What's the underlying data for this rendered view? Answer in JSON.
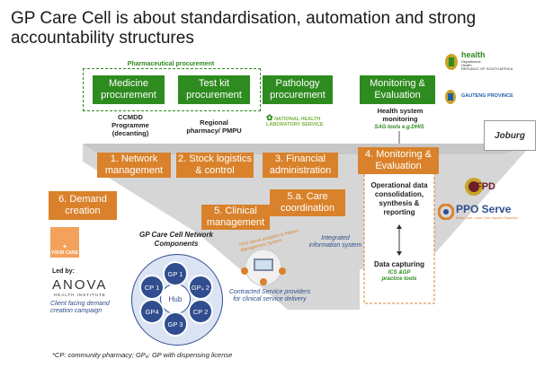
{
  "title": "GP Care Cell is about standardisation, automation and strong accountability structures",
  "procurement": {
    "group_label": "Pharmaceutical procurement",
    "medicine": "Medicine procurement",
    "testkit": "Test kit procurement",
    "pathology": "Pathology procurement",
    "monitoring": "Monitoring & Evaluation"
  },
  "sub_labels": {
    "ccmdd": "CCMDD Programme (decanting)",
    "regional": "Regional pharmacy/ PMPU",
    "nhls": "NATIONAL HEALTH LABORATORY SERVICE",
    "hs_monitoring": "Health system monitoring",
    "sag_tools": "SAG tools e.g.DHIS"
  },
  "orange_boxes": {
    "network": "1. Network management",
    "stock": "2. Stock logistics & control",
    "financial": "3. Financial administration",
    "monitoring": "4. Monitoring & Evaluation",
    "clinical": "5. Clinical management",
    "care_coord": "5.a. Care coordination",
    "demand": "6. Demand creation"
  },
  "right_panel": {
    "operational": "Operational data consolidation, synthesis & reporting",
    "data_capturing": "Data capturing",
    "ics_gp": "ICS &GP practice tools"
  },
  "network": {
    "title": "GP Care Cell Network Components",
    "hub": "Hub",
    "nodes": [
      "GP 1",
      "GP₄ 2",
      "CP 2",
      "GP 3",
      "GP4",
      "CP 1"
    ]
  },
  "labels": {
    "integrated": "Integrated information system",
    "ppo_analytics": "PPO Serve analytics & Patient Management System",
    "contracted": "Contracted Service providers for clinical service delivery",
    "led_by": "Led by:",
    "anova": "ANOVA",
    "anova_sub": "HEALTH INSTITUTE",
    "client_facing": "Client facing demand creation campaign",
    "footnote": "*CP: community pharmacy; GP₄: GP with dispensing license",
    "your_care": "YOUR CARE"
  },
  "logos": {
    "health": "health",
    "health_sub1": "Department:",
    "health_sub2": "Health",
    "health_sub3": "REPUBLIC OF SOUTH AFRICA",
    "gauteng": "GAUTENG PROVINCE",
    "joburg": "Joburg",
    "fpd": "FPD",
    "pposerve": "PPO Serve",
    "pposerve_sub": "Better Care. Lower Cost. Inspired Outcomes"
  },
  "colors": {
    "green": "#2e8b1f",
    "orange": "#d9822b",
    "navy": "#2f4d8f",
    "funnel": "#c8c8c8"
  }
}
